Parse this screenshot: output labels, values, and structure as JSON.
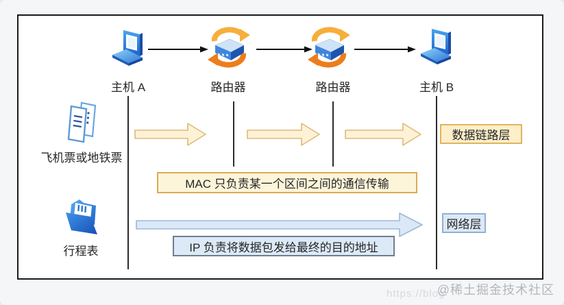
{
  "diagram": {
    "nodes": [
      {
        "label": "主机 A",
        "icon": "laptop-icon"
      },
      {
        "label": "路由器",
        "icon": "router-icon"
      },
      {
        "label": "路由器",
        "icon": "router-icon"
      },
      {
        "label": "主机 B",
        "icon": "laptop-icon"
      }
    ],
    "analogies": [
      {
        "label": "飞机票或地铁票",
        "icon": "tickets-icon"
      },
      {
        "label": "行程表",
        "icon": "folder-icon"
      }
    ],
    "captions": {
      "mac": "MAC 只负责某一个区间之间的通信传输",
      "ip": "IP 负责将数据包发给最终的目的地址"
    },
    "layers": {
      "data_link": "数据链路层",
      "network": "网络层"
    }
  },
  "watermark": {
    "handle": "@稀土掘金技术社区",
    "url_fragment": "https://blog"
  },
  "colors": {
    "frame_border": "#1a1a1a",
    "mac_fill": "#fdf5da",
    "mac_border": "#dcaa52",
    "datalink_fill": "#fcefc9",
    "datalink_border": "#e0b45e",
    "ip_fill": "#dce9f7",
    "ip_border": "#6e7e8e",
    "network_fill": "#dce9f7",
    "network_border": "#93aed2",
    "hop_arrow_fill": "#fdf2d6",
    "hop_arrow_border": "#ddb978",
    "ip_arrow_fill": "#dbe8f7",
    "ip_arrow_border": "#9db8d8",
    "router_swirl_top": "#f6ae3c",
    "router_swirl_bottom": "#ed7d1c",
    "device_blue": "#2f7ce0"
  }
}
